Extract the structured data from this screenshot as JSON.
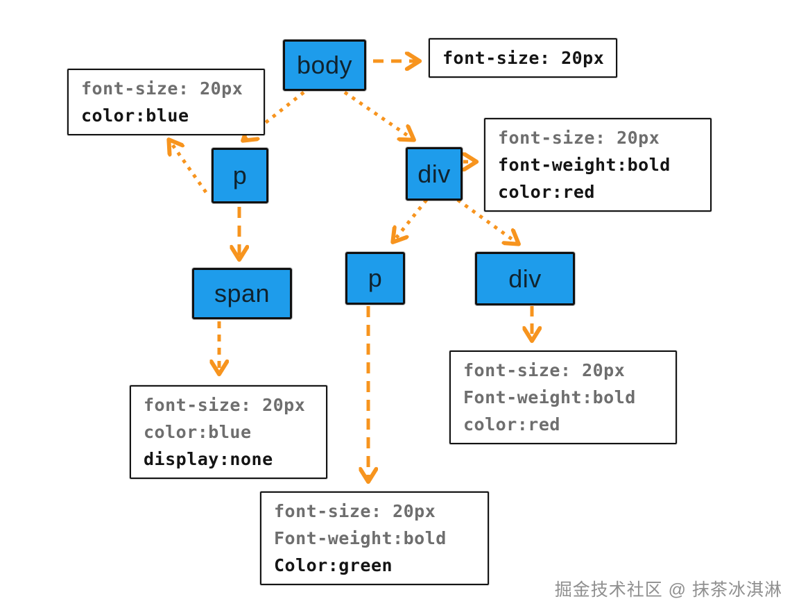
{
  "diagram": {
    "title_hint": "CSS inheritance DOM tree",
    "nodes": [
      {
        "id": "body",
        "label": "body"
      },
      {
        "id": "p1",
        "label": "p"
      },
      {
        "id": "div1",
        "label": "div"
      },
      {
        "id": "span1",
        "label": "span"
      },
      {
        "id": "p2",
        "label": "p"
      },
      {
        "id": "div2",
        "label": "div"
      }
    ],
    "rule_boxes": [
      {
        "id": "body-rule",
        "lines": [
          "font-size: 20px"
        ],
        "emphasis": [
          "own"
        ]
      },
      {
        "id": "p1-rule",
        "lines": [
          "font-size: 20px",
          "color:blue"
        ],
        "emphasis": [
          "inherited",
          "own"
        ]
      },
      {
        "id": "div1-rule",
        "lines": [
          "font-size: 20px",
          "font-weight:bold",
          "color:red"
        ],
        "emphasis": [
          "inherited",
          "own",
          "own"
        ]
      },
      {
        "id": "span-rule",
        "lines": [
          "font-size: 20px",
          "color:blue",
          "display:none"
        ],
        "emphasis": [
          "inherited",
          "inherited",
          "own"
        ]
      },
      {
        "id": "div2-rule",
        "lines": [
          "font-size: 20px",
          "Font-weight:bold",
          "color:red"
        ],
        "emphasis": [
          "inherited",
          "inherited",
          "inherited"
        ]
      },
      {
        "id": "p2-rule",
        "lines": [
          "font-size: 20px",
          "Font-weight:bold",
          "Color:green"
        ],
        "emphasis": [
          "inherited",
          "inherited",
          "own"
        ]
      }
    ],
    "edges": [
      {
        "from": "body",
        "to": "body-rule"
      },
      {
        "from": "body",
        "to": "p1"
      },
      {
        "from": "body",
        "to": "div1"
      },
      {
        "from": "p1",
        "to": "p1-rule"
      },
      {
        "from": "div1",
        "to": "div1-rule"
      },
      {
        "from": "div1",
        "to": "p2"
      },
      {
        "from": "div1",
        "to": "div2"
      },
      {
        "from": "p1",
        "to": "span1"
      },
      {
        "from": "span1",
        "to": "span-rule"
      },
      {
        "from": "p2",
        "to": "p2-rule"
      },
      {
        "from": "div2",
        "to": "div2-rule"
      }
    ],
    "colors": {
      "node_fill": "#1e9ceb",
      "node_border": "#111111",
      "arrow": "#f7941e",
      "rule_inherited_text": "#6e6e6e",
      "rule_own_text": "#141414",
      "background": "#ffffff"
    },
    "watermark": "掘金技术社区 @ 抹茶冰淇淋"
  }
}
